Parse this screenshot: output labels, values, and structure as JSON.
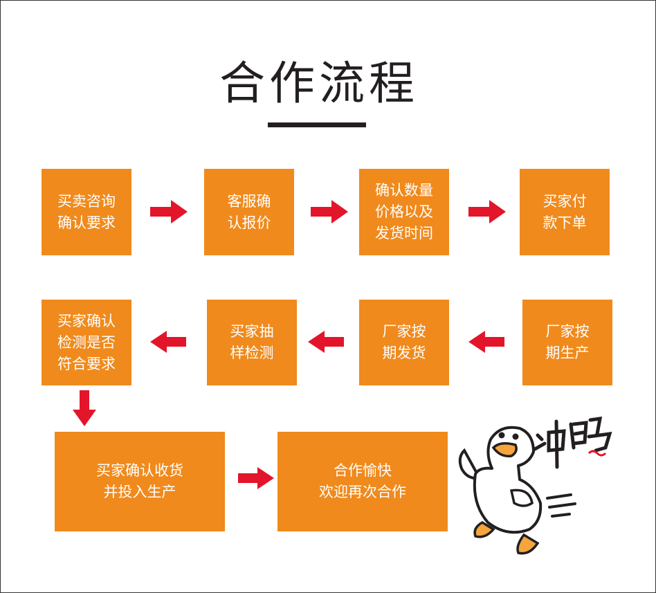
{
  "title": "合作流程",
  "steps": [
    {
      "text": "买卖咨询\n确认要求"
    },
    {
      "text": "客服确\n认报价"
    },
    {
      "text": "确认数量\n价格以及\n发货时间"
    },
    {
      "text": "买家付\n款下单"
    },
    {
      "text": "厂家按\n期生产"
    },
    {
      "text": "厂家按\n期发货"
    },
    {
      "text": "买家抽\n样检测"
    },
    {
      "text": "买家确认\n检测是否\n符合要求"
    },
    {
      "text": "买家确认收货\n并投入生产"
    },
    {
      "text": "合作愉快\n欢迎再次合作"
    }
  ],
  "mascot": {
    "icon": "duck-mascot-icon"
  },
  "colors": {
    "box": "#f08a1c",
    "arrow": "#e3152a",
    "text": "#231f20"
  }
}
